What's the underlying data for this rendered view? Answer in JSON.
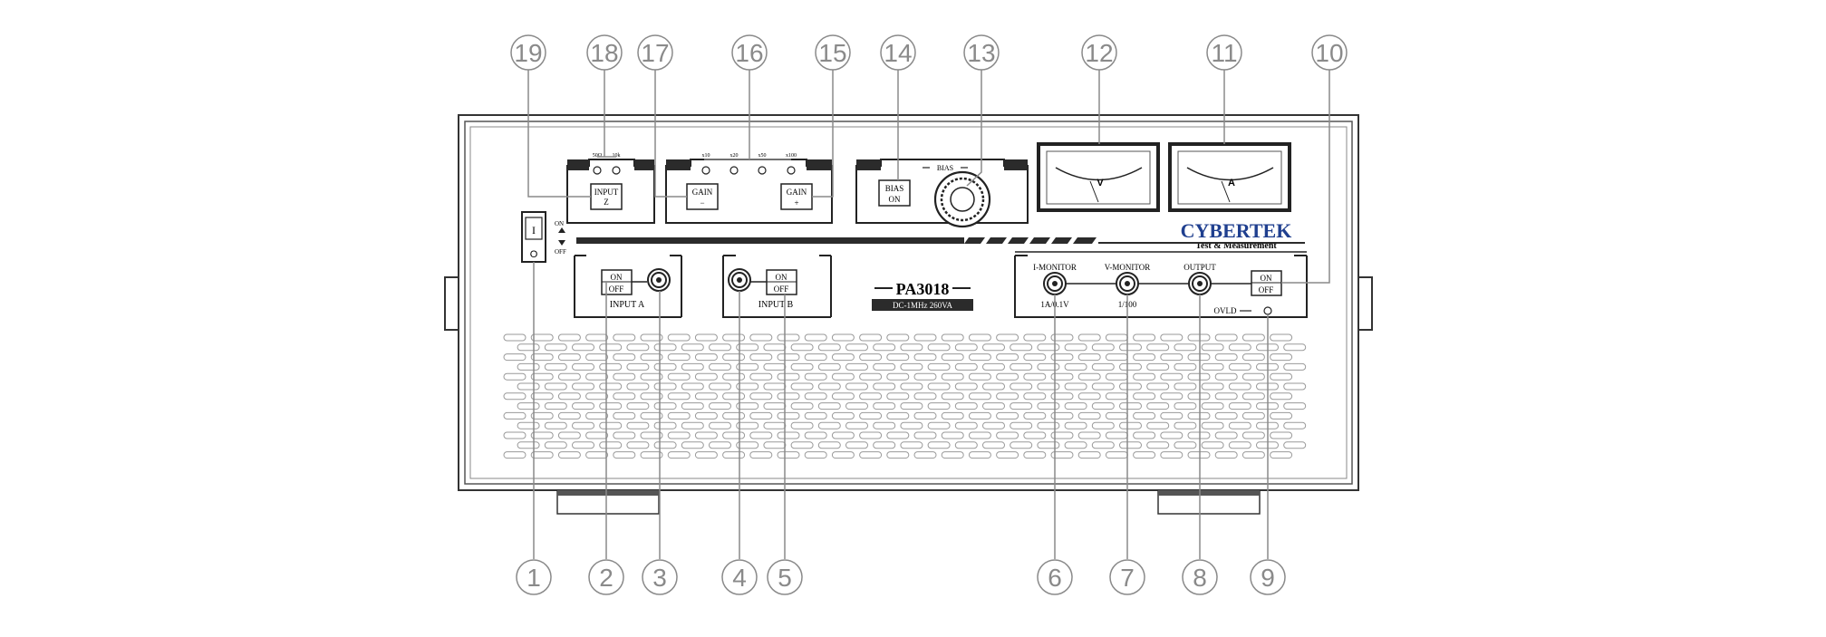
{
  "title": "",
  "brand": {
    "name": "CYBERTEK",
    "tagline": "Test & Measurement",
    "color": "#1f3f8f"
  },
  "model": {
    "name": "PA3018",
    "spec": "DC-1MHz 260VA"
  },
  "power_switch": {
    "on": "ON",
    "off": "OFF",
    "symbol_on": "I",
    "symbol_off": "O"
  },
  "input_z": {
    "line1": "INPUT",
    "line2": "Z",
    "opt1": "50Ω",
    "opt2": "10k"
  },
  "gain": {
    "minus_line1": "GAIN",
    "minus_line2": "−",
    "plus_line1": "GAIN",
    "plus_line2": "+",
    "levels": [
      "x10",
      "x20",
      "x50",
      "x100"
    ]
  },
  "bias": {
    "button_line1": "BIAS",
    "button_line2": "ON",
    "knob_label": "BIAS"
  },
  "meters": {
    "voltage_label": "V",
    "current_label": "A"
  },
  "input_a": {
    "toggle_on": "ON",
    "toggle_off": "OFF",
    "label": "INPUT A"
  },
  "input_b": {
    "toggle_on": "ON",
    "toggle_off": "OFF",
    "label": "INPUT B"
  },
  "outputs": {
    "i_monitor": {
      "label": "I-MONITOR",
      "ratio": "1A/0.1V"
    },
    "v_monitor": {
      "label": "V-MONITOR",
      "ratio": "1/100"
    },
    "output": {
      "label": "OUTPUT"
    },
    "output_toggle_on": "ON",
    "output_toggle_off": "OFF",
    "ovld": "OVLD"
  },
  "callouts": [
    "1",
    "2",
    "3",
    "4",
    "5",
    "6",
    "7",
    "8",
    "9",
    "10",
    "11",
    "12",
    "13",
    "14",
    "15",
    "16",
    "17",
    "18",
    "19"
  ],
  "colors": {
    "line": "#3a3a3a",
    "callout": "#8a8a8a",
    "panel_dark": "#2b2b2b",
    "vent": "#9a9a9a"
  }
}
